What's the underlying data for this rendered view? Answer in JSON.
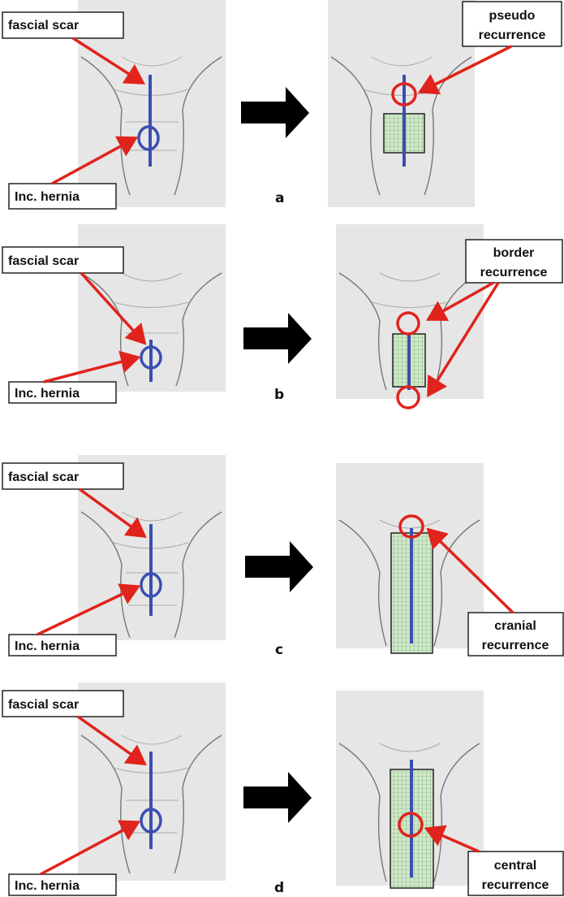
{
  "labels": {
    "fascial_scar": "fascial scar",
    "inc_hernia": "Inc. hernia"
  },
  "panels": [
    {
      "letter": "a",
      "result_line1": "pseudo",
      "result_line2": "recurrence"
    },
    {
      "letter": "b",
      "result_line1": "border",
      "result_line2": "recurrence"
    },
    {
      "letter": "c",
      "result_line1": "cranial",
      "result_line2": "recurrence"
    },
    {
      "letter": "d",
      "result_line1": "central",
      "result_line2": "recurrence"
    }
  ],
  "colors": {
    "scar": "#3a4fb0",
    "hernia": "#3a4fb0",
    "recurrence": "#e0231c",
    "arrow": "#e0231c",
    "mesh": "#cfe8c8",
    "mesh_grid": "#6a9a6a",
    "panel_bg": "#e6e6e6",
    "big_arrow": "#000000"
  },
  "icons": {
    "transition": "right-arrow-icon",
    "torso": "torso-outline-icon"
  }
}
